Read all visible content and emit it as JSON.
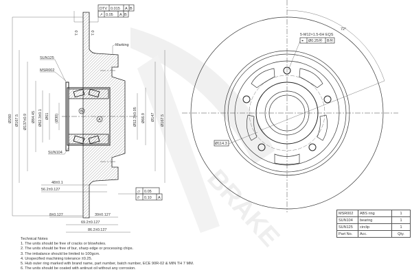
{
  "watermark": "BRAKE",
  "side_view": {
    "fcf_top": {
      "symbol": "DTV",
      "tolerance": "0.015",
      "datums": [
        "A",
        "B"
      ]
    },
    "fcf_runout": {
      "symbol": "↗",
      "tolerance": "0.05",
      "datums": [
        "A",
        "B"
      ]
    },
    "roughness": [
      "7.0",
      "7.0"
    ],
    "labels": {
      "marking": "Marking",
      "sun125": "SUN125",
      "msr002": "MSR002",
      "sun104": "SUN104",
      "datum_a": "A",
      "datum_b": "B"
    },
    "left_dims": [
      "Ø260",
      "Ø167.5",
      "Ø137±0.9",
      "Ø84.45",
      "Ø62.3±0.1",
      "Ø61",
      "(Ø30)"
    ],
    "right_dims": [
      "Ø52.3±0.05",
      "Ø66.9",
      "Ø147",
      "Ø167.5"
    ],
    "bottom_dims": [
      "48±0.1",
      "56.2±0.127",
      "8±0.127",
      "39±0.127",
      "69.2±0.127",
      "86.2±0.127"
    ],
    "fcf_bottom": [
      {
        "symbol": "▱",
        "tolerance": "0.05"
      },
      {
        "symbol": "//",
        "tolerance": "0.10",
        "datum": "A"
      }
    ]
  },
  "front_view": {
    "thread_note": "5-M12×1.5-6H EQS",
    "position_tol": {
      "symbol": "⌖",
      "tolerance": "Ø0.25Ⓜ",
      "datum": "BⓂ"
    },
    "angle": "72°",
    "pcd": "Ø114.3"
  },
  "parts_table": {
    "rows": [
      {
        "part": "MSR002",
        "desc": "ABS ring",
        "qty": "1"
      },
      {
        "part": "SUN104",
        "desc": "bearing",
        "qty": "1"
      },
      {
        "part": "SUN125",
        "desc": "circlip",
        "qty": "1"
      }
    ],
    "header": {
      "part": "Part No.",
      "desc": "Acc.",
      "qty": "Qty."
    }
  },
  "notes": {
    "title": "Technical Notes",
    "items": [
      "1.  The units should be free of cracks or blowholes.",
      "2.  The units should be free of bur, sharp edge or processing chips.",
      "3.  The imbalance should be limited to 100gcm.",
      "4.  Unspecified machining tolerance ±0.25.",
      "5.  Hub outer ring marked with brand name, part number, batch number, ECE 90R-02 & MIN TH 7 MM.",
      "6.  The units should be coated with antirust oil without any corrosion."
    ]
  }
}
